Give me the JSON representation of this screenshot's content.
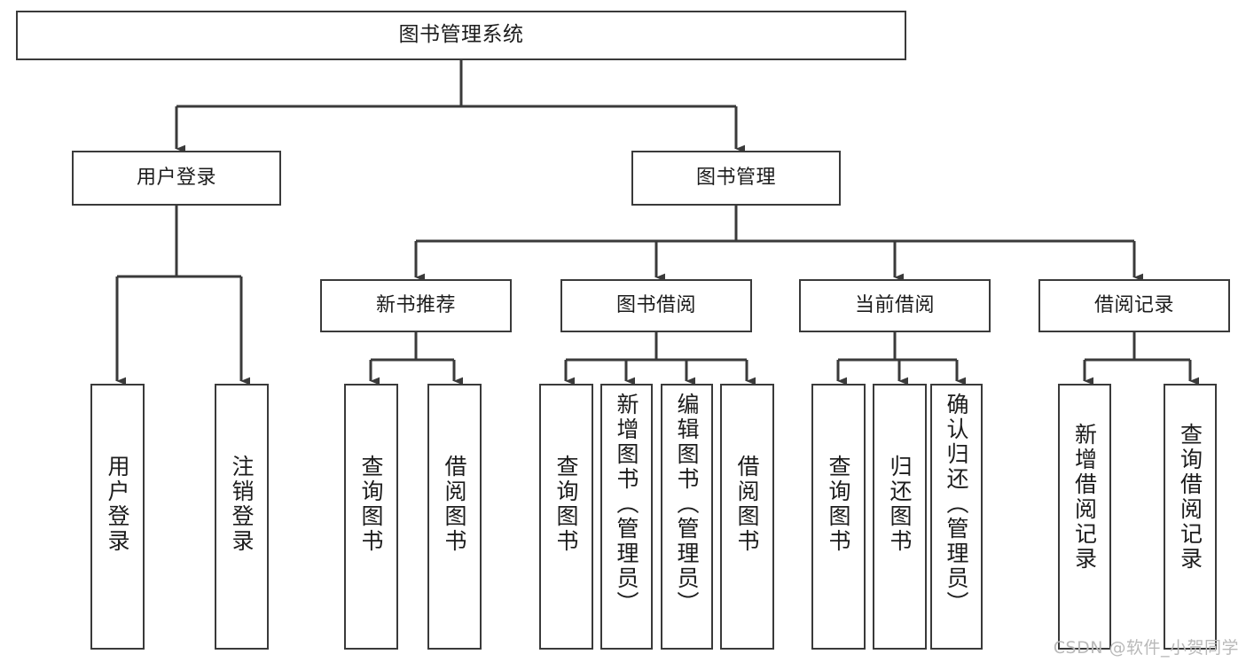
{
  "diagram": {
    "title": "图书管理系统",
    "type": "tree",
    "colors": {
      "box_border": "#3a3a3a",
      "box_fill": "#ffffff",
      "connector": "#3a3a3a",
      "text": "#1c1c1c",
      "watermark": "#b9b9b9",
      "background": "#ffffff"
    },
    "root": {
      "label": "图书管理系统"
    },
    "level1": [
      {
        "label": "用户登录"
      },
      {
        "label": "图书管理"
      }
    ],
    "level2": [
      {
        "label": "新书推荐"
      },
      {
        "label": "图书借阅"
      },
      {
        "label": "当前借阅"
      },
      {
        "label": "借阅记录"
      }
    ],
    "leaves": {
      "user_login": [
        {
          "label": "用户登录"
        },
        {
          "label": "注销登录"
        }
      ],
      "new_book_recommend": [
        {
          "label": "查询图书"
        },
        {
          "label": "借阅图书"
        }
      ],
      "book_borrow": [
        {
          "label": "查询图书"
        },
        {
          "label": "新增图书（管理员）"
        },
        {
          "label": "编辑图书（管理员）"
        },
        {
          "label": "借阅图书"
        }
      ],
      "current_borrow": [
        {
          "label": "查询图书"
        },
        {
          "label": "归还图书"
        },
        {
          "label": "确认归还（管理员）"
        }
      ],
      "borrow_record": [
        {
          "label": "新增借阅记录"
        },
        {
          "label": "查询借阅记录"
        }
      ]
    }
  },
  "watermark": {
    "text": "CSDN @软件_小贺同学"
  }
}
